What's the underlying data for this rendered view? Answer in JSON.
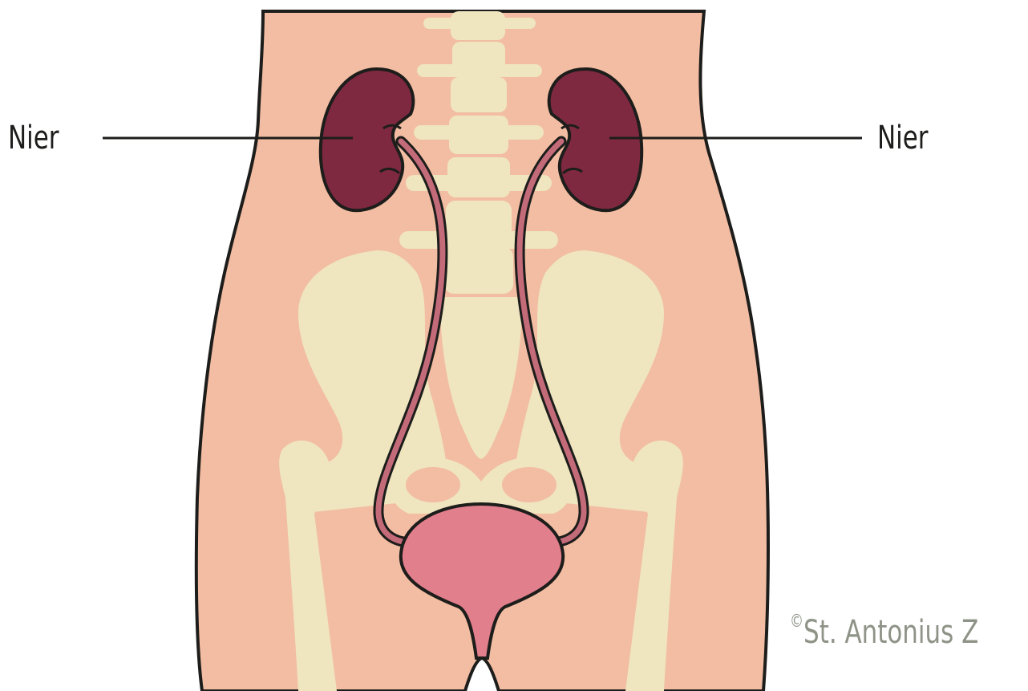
{
  "labels": {
    "left_kidney": "Nier",
    "right_kidney": "Nier"
  },
  "copyright": {
    "symbol": "©",
    "text": "St. Antonius Z"
  },
  "colors": {
    "skin": "#f2bda2",
    "bone": "#efe5bf",
    "kidney": "#7f2941",
    "ureter": "#c46b7a",
    "bladder": "#e27f8c",
    "outline": "#1d1d1b",
    "copyright_text": "#8e9387"
  }
}
